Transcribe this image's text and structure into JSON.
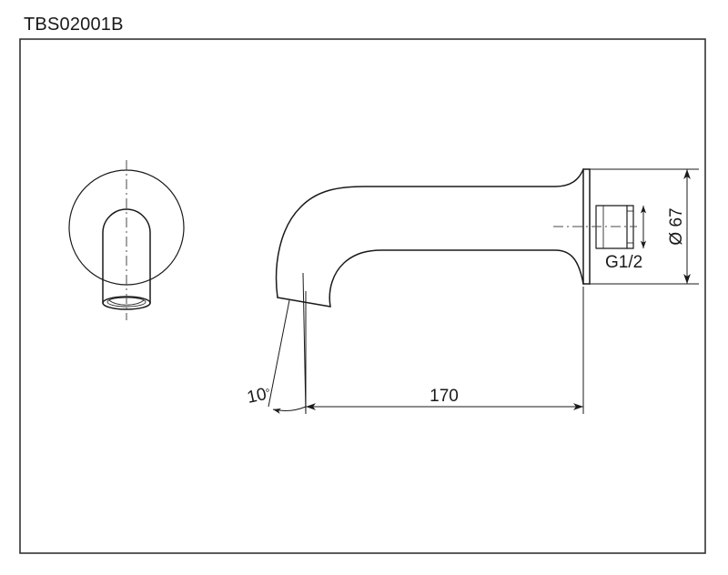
{
  "document": {
    "title": "TBS02001B",
    "type": "technical-drawing",
    "subject": "wall-mounted bath spout",
    "background_color": "#ffffff",
    "line_color": "#1a1a1a",
    "frame_color": "#333333"
  },
  "views": {
    "front": {
      "name": "front-view",
      "description": "escutcheon circle with spout tube and outlet ellipse"
    },
    "side": {
      "name": "side-view",
      "description": "spout profile with wall flange and G1/2 threaded inlet"
    }
  },
  "dimensions": {
    "projection_length": {
      "label": "170",
      "unit": "mm",
      "orientation": "horizontal"
    },
    "flange_diameter": {
      "label": "Ø 67",
      "value": 67,
      "unit": "mm",
      "orientation": "vertical"
    },
    "outlet_angle": {
      "label": "10",
      "degree_symbol": "°",
      "value": 10,
      "unit": "degrees"
    },
    "thread": {
      "label": "G1/2",
      "description": "inlet connection thread size"
    }
  }
}
